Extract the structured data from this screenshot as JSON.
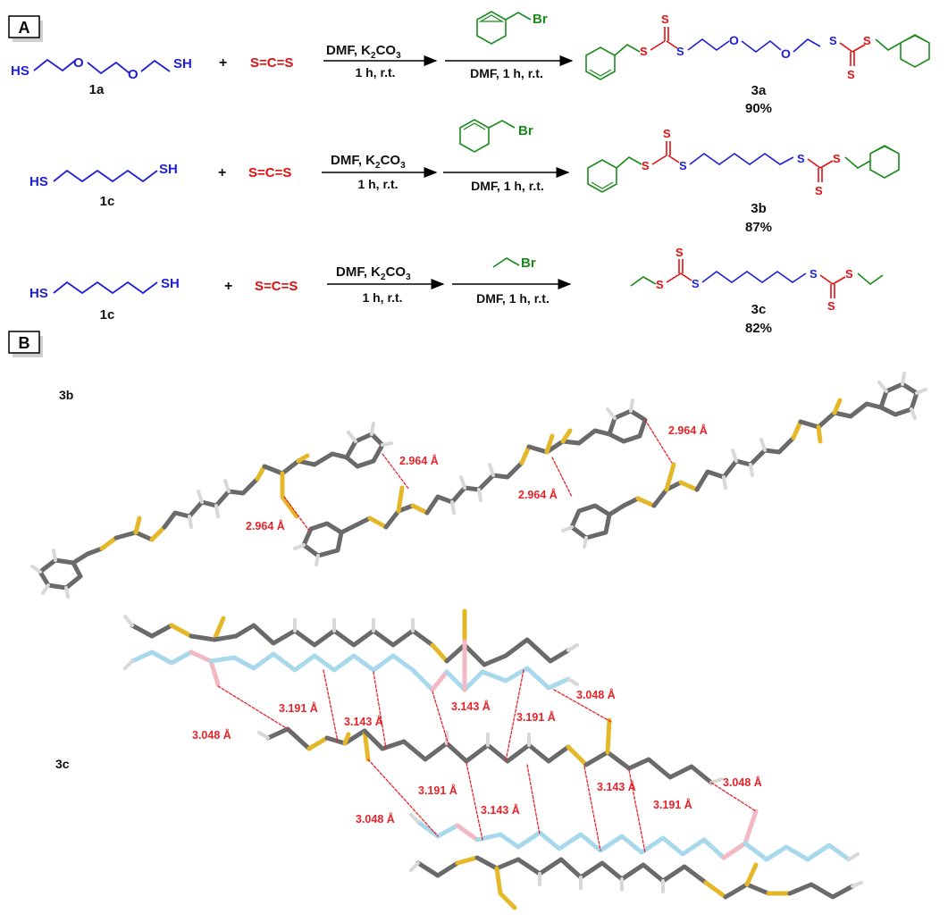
{
  "panels": {
    "a": "A",
    "b": "B"
  },
  "rows": [
    {
      "reactant1": {
        "left": "HS",
        "o1": "O",
        "o2": "O",
        "right": "SH",
        "code": "1a"
      },
      "plus": "+",
      "cs2": "S=C=S",
      "step1": {
        "top": "DMF, K",
        "sub": "2",
        "top2": "CO",
        "sub2": "3",
        "bottom": "1 h, r.t."
      },
      "reagent": "Br",
      "step2": {
        "bottom": "DMF, 1 h, r.t."
      },
      "product": {
        "s": "S",
        "o1": "O",
        "o2": "O",
        "code": "3a",
        "yield": "90%"
      }
    },
    {
      "reactant1": {
        "left": "HS",
        "right": "SH",
        "code": "1c"
      },
      "plus": "+",
      "cs2": "S=C=S",
      "step1": {
        "top": "DMF, K",
        "sub": "2",
        "top2": "CO",
        "sub2": "3",
        "bottom": "1 h, r.t."
      },
      "reagent": "Br",
      "step2": {
        "bottom": "DMF, 1 h, r.t."
      },
      "product": {
        "s": "S",
        "code": "3b",
        "yield": "87%"
      }
    },
    {
      "reactant1": {
        "left": "HS",
        "right": "SH",
        "code": "1c"
      },
      "plus": "+",
      "cs2": "S=C=S",
      "step1": {
        "top": "DMF, K",
        "sub": "2",
        "top2": "CO",
        "sub2": "3",
        "bottom": "1 h, r.t."
      },
      "reagent": "Br",
      "step2": {
        "bottom": "DMF, 1 h, r.t."
      },
      "product": {
        "s": "S",
        "code": "3c",
        "yield": "82%"
      }
    }
  ],
  "crystal": {
    "label_3b": "3b",
    "label_3c": "3c",
    "d_3b": "2.964 Å",
    "d_3c_a": "3.048 Å",
    "d_3c_b": "3.191 Å",
    "d_3c_c": "3.143 Å"
  },
  "colors": {
    "thiol": "#1f1fd6",
    "cs2": "#e01010",
    "benzyl": "#1a8a1a",
    "contact": "#e8232a",
    "carbon": "#6a6a6a",
    "sulfur": "#e5b82a",
    "hydrogen": "#dcdcdc",
    "altC": "#a8d8ec",
    "altS": "#f2b8c4"
  }
}
